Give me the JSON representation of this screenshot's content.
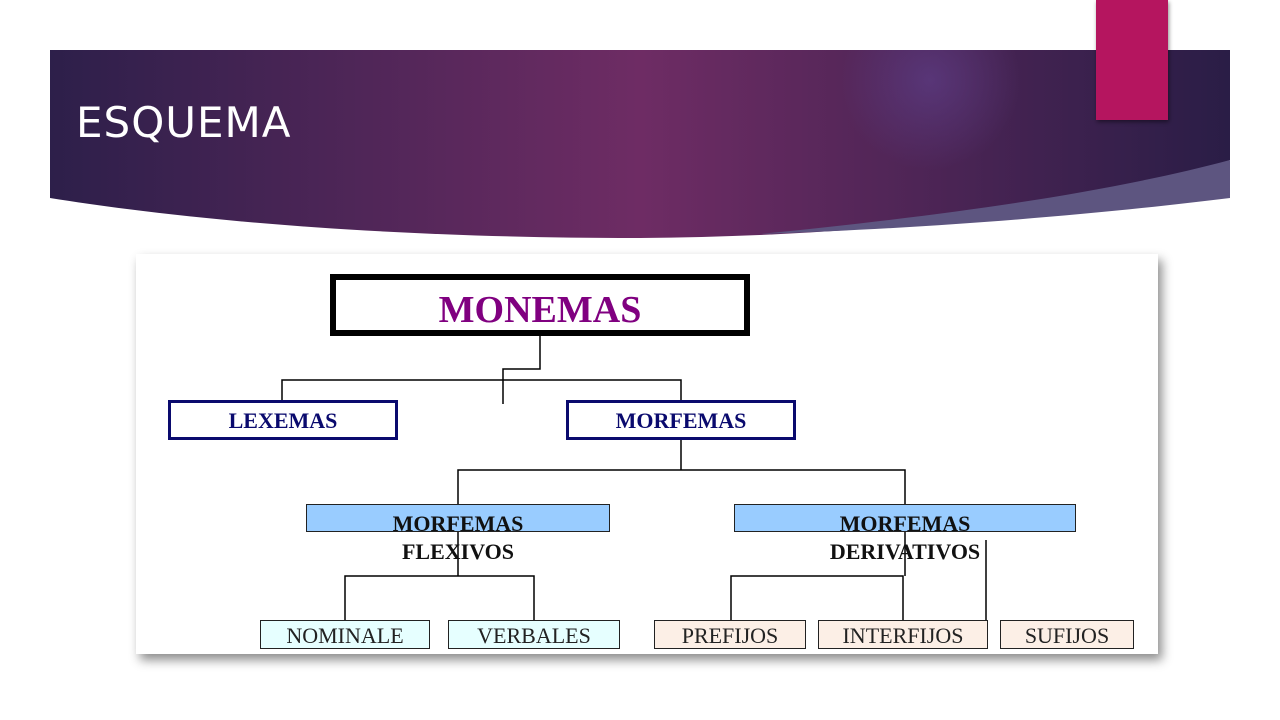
{
  "slide": {
    "title": "ESQUEMA",
    "colors": {
      "banner_dark": "#2d1f4a",
      "banner_mid": "#6e2c64",
      "accent": "#b5155f"
    }
  },
  "diagram": {
    "root": "MONEMAS",
    "level1": {
      "left": "LEXEMAS",
      "right": "MORFEMAS"
    },
    "level2": {
      "left": {
        "line1": "MORFEMAS",
        "line2": "FLEXIVOS"
      },
      "right": {
        "line1": "MORFEMAS",
        "line2": "DERIVATIVOS"
      }
    },
    "leaves": {
      "flexivos": [
        "NOMINALE",
        "VERBALES"
      ],
      "derivativos": [
        "PREFIJOS",
        "INTERFIJOS",
        "SUFIJOS"
      ]
    },
    "colors": {
      "root_text": "#800080",
      "level1_text": "#0a0a6e",
      "level2_fill": "#99ccff",
      "flexivos_leaf_fill": "#e6ffff",
      "derivativos_leaf_fill": "#fcefe6"
    }
  }
}
